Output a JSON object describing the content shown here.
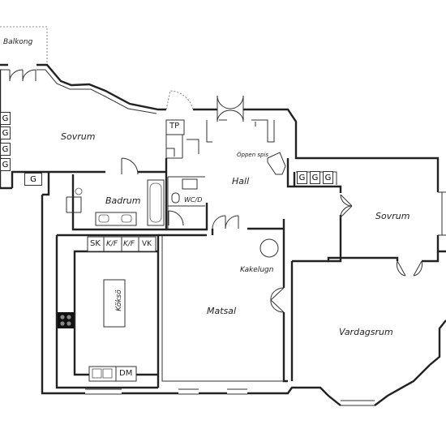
{
  "rooms": {
    "balkong": "Balkong",
    "sovrum_left": "Sovrum",
    "badrum": "Badrum",
    "hall": "Hall",
    "sovrum_right": "Sovrum",
    "koksö": "Köksö",
    "matsal": "Matsal",
    "vardagsrum": "Vardagsrum",
    "kakelugn": "Kakelugn",
    "oppen_spis": "Öppen spis"
  },
  "units": {
    "tp": "TP",
    "wcd": "WC/D",
    "sk": "SK",
    "kf1": "K/F",
    "kf2": "K/F",
    "vk": "VK",
    "dm": "DM",
    "g": "G"
  },
  "wardrobes_left": [
    "G",
    "G",
    "G",
    "G"
  ],
  "wardrobe_bottom_left": "G",
  "wardrobes_hall": [
    "G",
    "G",
    "G"
  ]
}
